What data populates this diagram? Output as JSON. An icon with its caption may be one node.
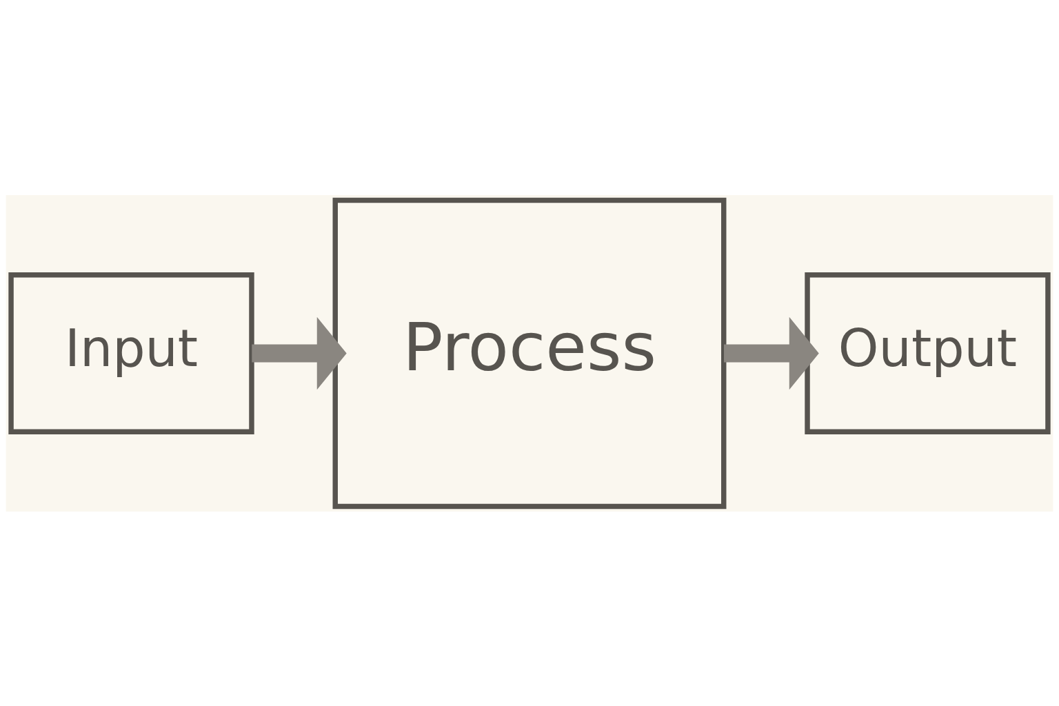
{
  "diagram": {
    "nodes": [
      {
        "text": [
          "Input"
        ]
      },
      {
        "text": [
          "Process"
        ]
      },
      {
        "text": [
          "Output"
        ]
      }
    ],
    "edges": [
      {
        "from": 0,
        "to": 1,
        "arrow": "to"
      },
      {
        "from": 1,
        "to": 2,
        "arrow": "to"
      }
    ]
  }
}
